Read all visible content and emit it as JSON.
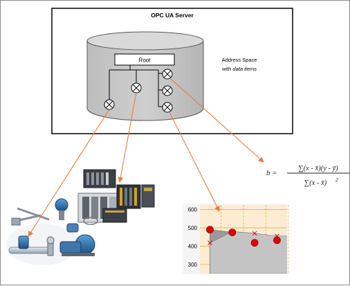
{
  "server": {
    "title": "OPC UA Server"
  },
  "address_space": {
    "line1": "Address Space",
    "line2_prefix": "with ",
    "line2_italic": "data items"
  },
  "root": {
    "label": "Root"
  },
  "formula": {
    "lhs": "b =",
    "numerator": "∑(x - x̄)(y - ȳ)",
    "denominator": "∑(x - x̄)",
    "exponent": "2"
  },
  "colors": {
    "connector": "#e87d3e",
    "marker": "#e00000",
    "gridline": "#e8a23a"
  },
  "icons": [
    "field-devices-picture",
    "plc-racks-picture",
    "item-node-icon",
    "arrow-icon"
  ],
  "chart_data": {
    "type": "area",
    "x": [
      1,
      2,
      3,
      4
    ],
    "series": [
      {
        "values": [
          490,
          475,
          418,
          432
        ]
      },
      {
        "values": [
          418,
          480,
          470,
          455
        ]
      }
    ],
    "yticks": [
      "600",
      "500",
      "400",
      "300"
    ],
    "ylim": [
      250,
      625
    ],
    "grid": true
  }
}
